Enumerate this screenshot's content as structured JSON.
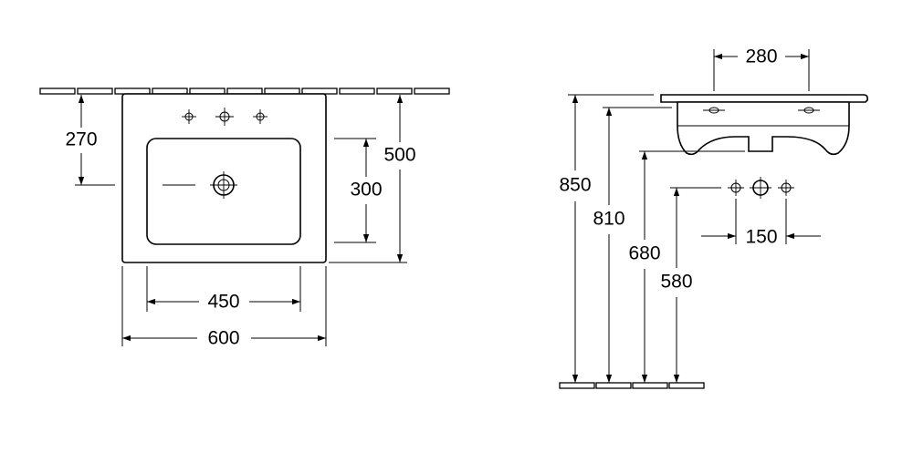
{
  "top_view": {
    "dim_width_overall": "600",
    "dim_width_bowl": "450",
    "dim_depth_overall": "500",
    "dim_depth_bowl": "300",
    "dim_wall_to_center": "270"
  },
  "side_view": {
    "dim_tap_spacing": "280",
    "dim_height_850": "850",
    "dim_height_810": "810",
    "dim_height_680": "680",
    "dim_height_580": "580",
    "dim_hole_spacing": "150"
  }
}
